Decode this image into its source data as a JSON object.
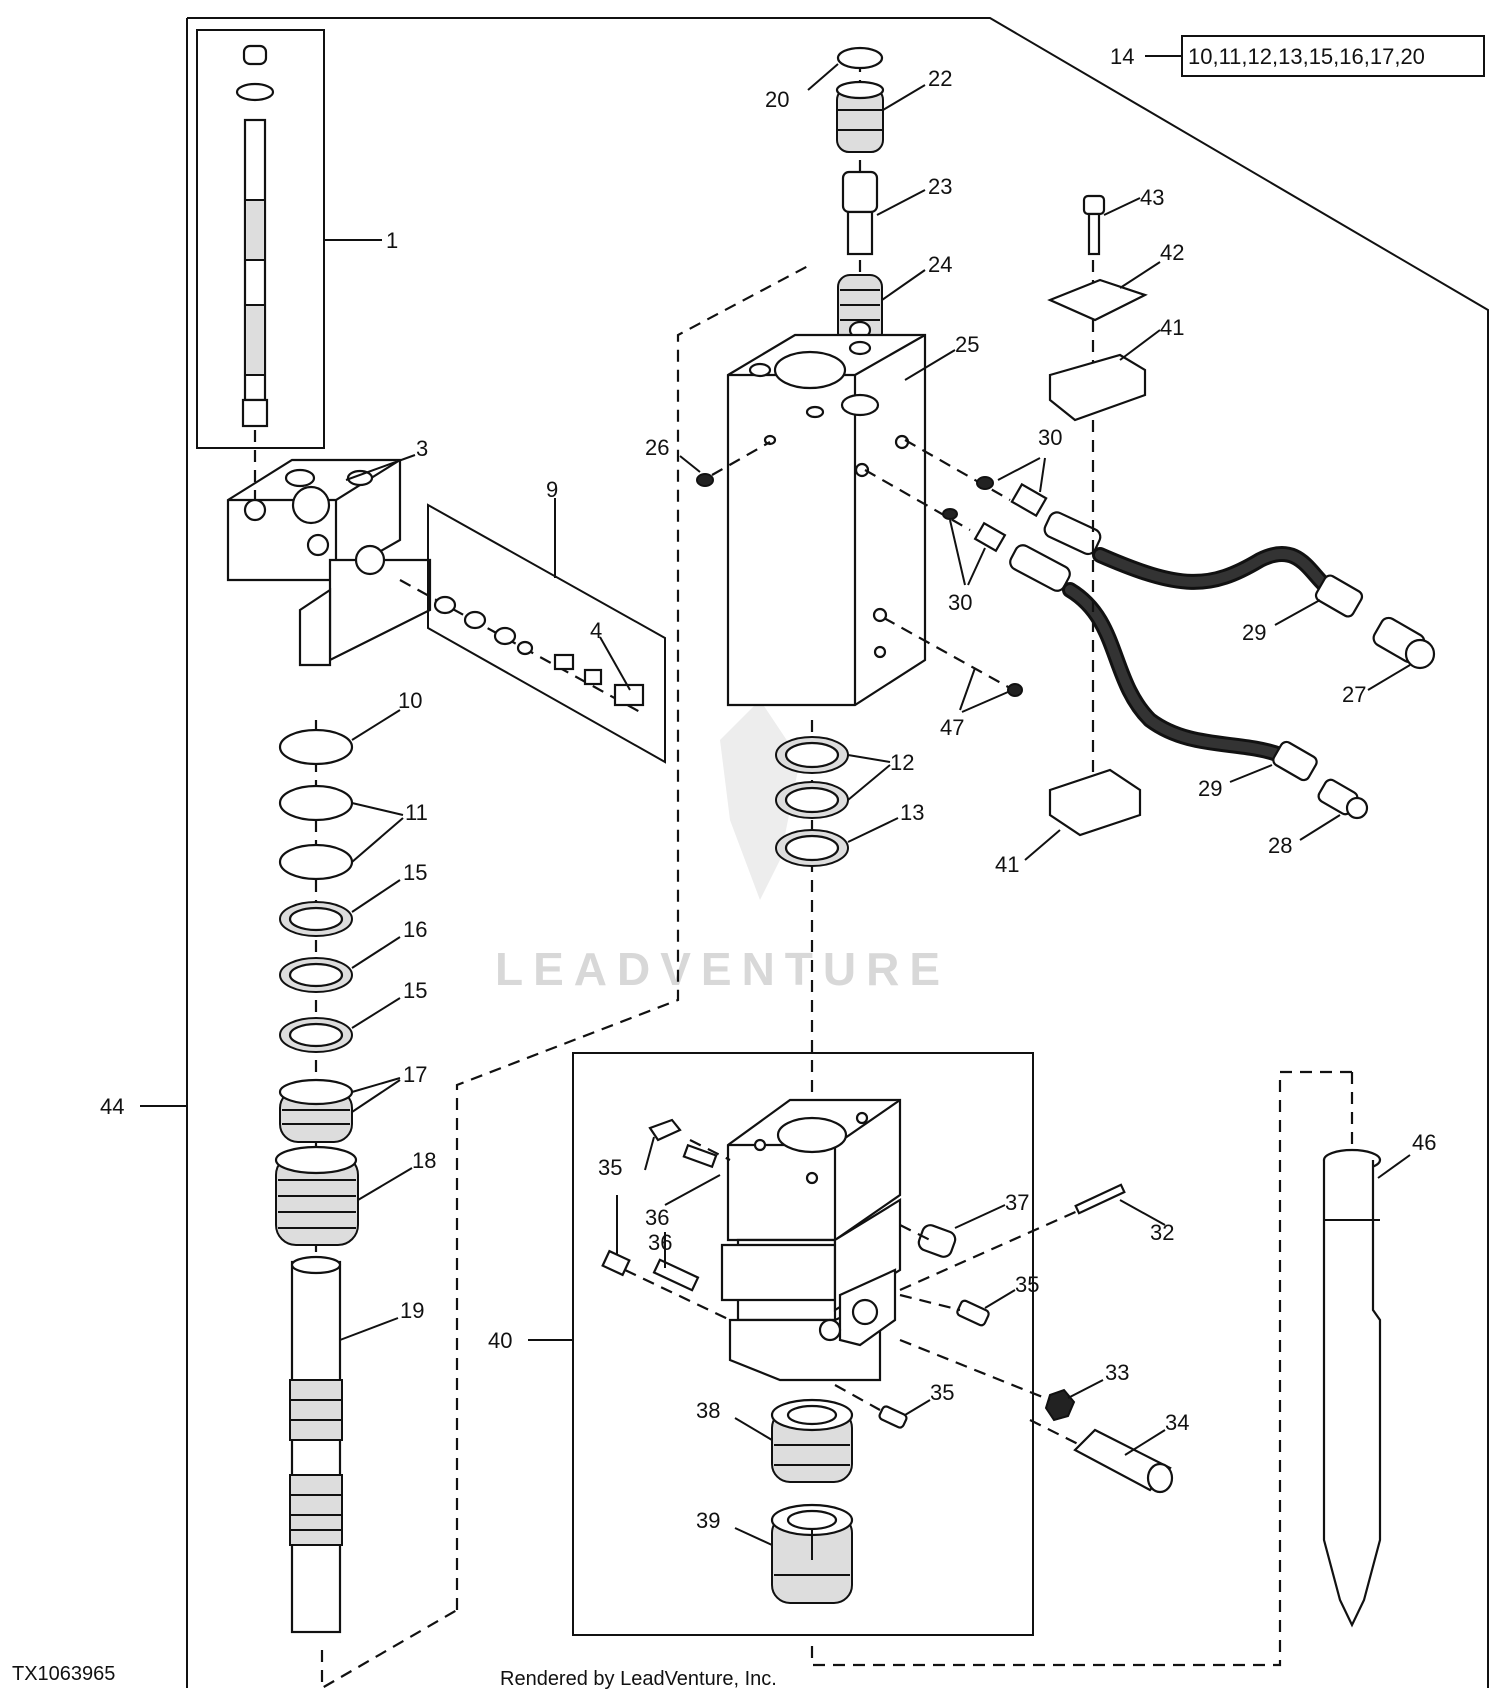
{
  "kit_box_text": "10,11,12,13,15,16,17,20",
  "watermark": "LEADVENTURE",
  "figure_id": "TX1063965",
  "credit": "Rendered by LeadVenture, Inc.",
  "labels": {
    "p1": "1",
    "p3": "3",
    "p4": "4",
    "p9": "9",
    "p10": "10",
    "p11": "11",
    "p12": "12",
    "p13": "13",
    "p14": "14",
    "p15a": "15",
    "p15b": "15",
    "p16": "16",
    "p17": "17",
    "p18": "18",
    "p19": "19",
    "p20": "20",
    "p22": "22",
    "p23": "23",
    "p24": "24",
    "p25": "25",
    "p26": "26",
    "p27": "27",
    "p28": "28",
    "p29a": "29",
    "p29b": "29",
    "p30a": "30",
    "p30b": "30",
    "p32": "32",
    "p33": "33",
    "p34": "34",
    "p35a": "35",
    "p35b": "35",
    "p35c": "35",
    "p36a": "36",
    "p36b": "36",
    "p37": "37",
    "p38": "38",
    "p39": "39",
    "p40": "40",
    "p41a": "41",
    "p41b": "41",
    "p42": "42",
    "p43": "43",
    "p44": "44",
    "p46": "46",
    "p47": "47"
  }
}
